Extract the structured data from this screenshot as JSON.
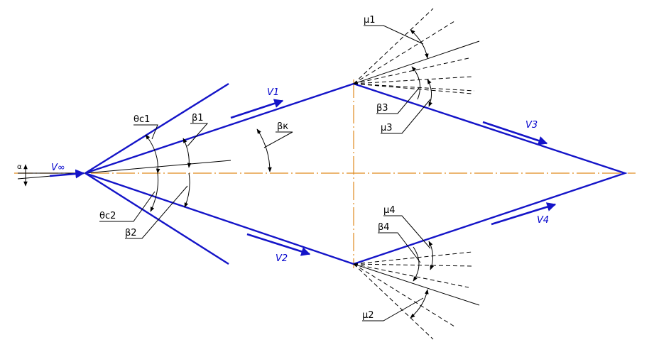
{
  "labels": {
    "alpha": "α",
    "v_inf": "V∞",
    "theta_c1": "θc1",
    "theta_c2": "θc2",
    "beta1": "β1",
    "beta2": "β2",
    "beta_k": "βк",
    "v1": "V1",
    "v2": "V2",
    "v3": "V3",
    "v4": "V4",
    "mu1": "μ1",
    "mu2": "μ2",
    "mu3": "μ3",
    "mu4": "μ4",
    "beta3": "β3",
    "beta4": "β4"
  },
  "colors": {
    "body": "#1414c8",
    "axis": "#e08a1e",
    "lines": "#000000"
  }
}
